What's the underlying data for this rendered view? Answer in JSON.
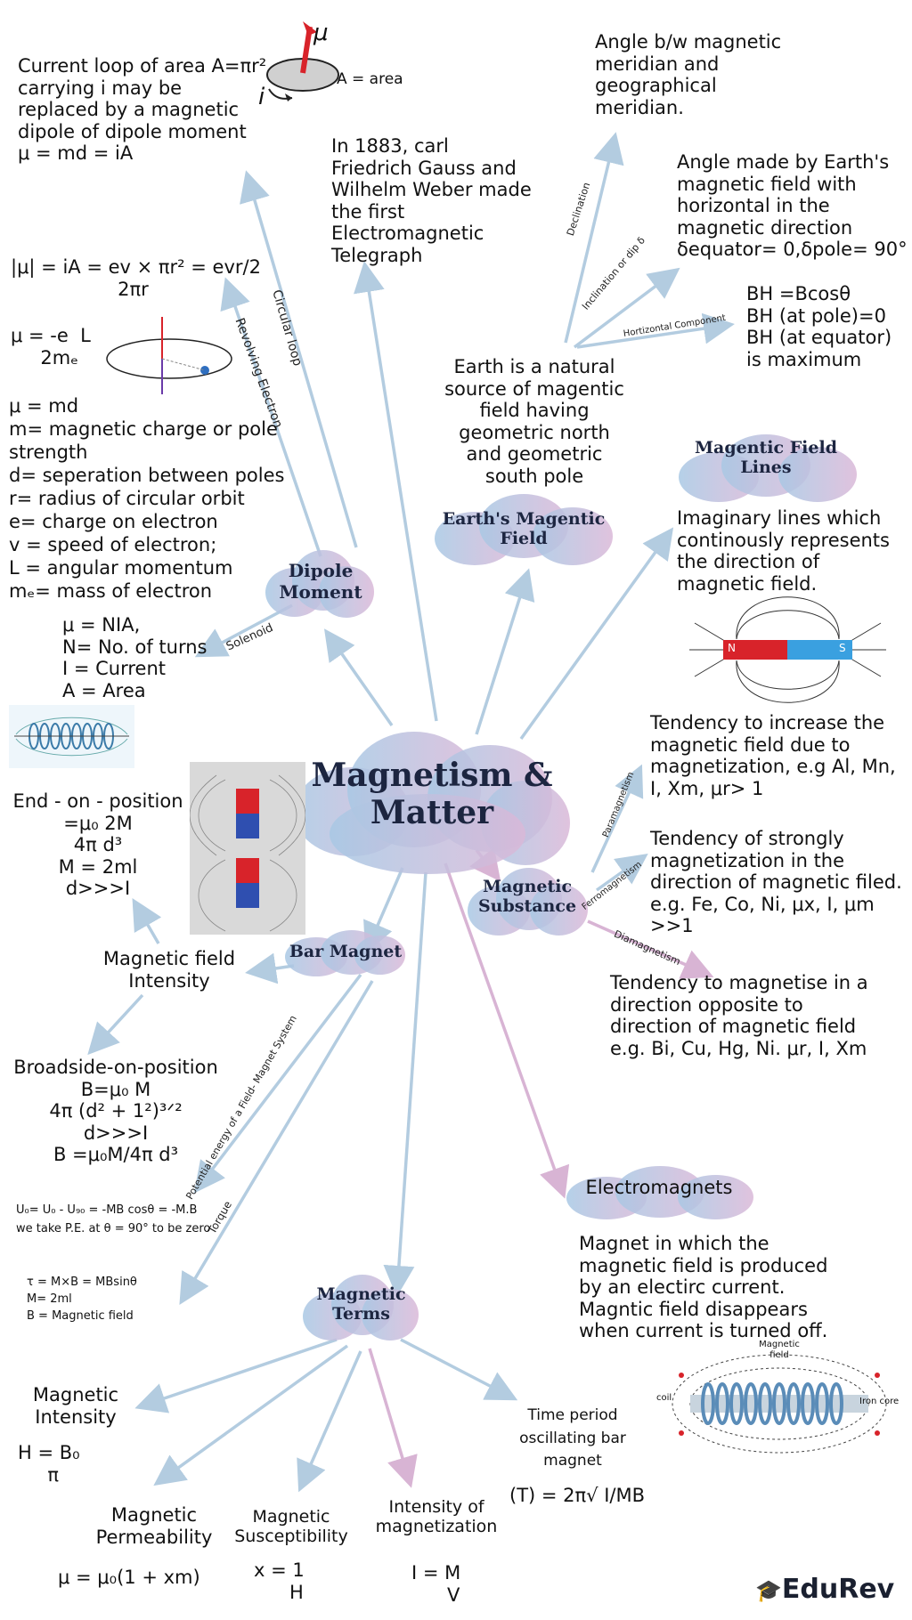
{
  "central": "Magnetism &\nMatter",
  "dipole": {
    "title": "Dipole\nMoment",
    "loop_text": "Current loop of area A=πr²\ncarrying i may be\nreplaced by a magnetic\ndipole of dipole moment\nμ = md = iA",
    "loop_fig_mu": "μ",
    "loop_fig_area": "A = area",
    "loop_fig_i": "i",
    "electron_eq": "|μ| = iA = ev × πr² = evr/2\n                  2πr",
    "mu_eq": "μ = -e  L\n     2mₑ",
    "defs": "μ = md\nm= magnetic charge or pole\nstrength\nd= seperation between poles\nr= radius of circular orbit\ne= charge on electron\nv = speed of electron;\nL = angular momentum\nmₑ= mass of electron",
    "solenoid_text": "μ = NIA,\nN= No. of turns\nI = Current\nA = Area",
    "edge_circular": "Circular loop",
    "edge_revolving": "Revolving Electron",
    "edge_solenoid": "Solenoid"
  },
  "gauss": "In 1883, carl\nFriedrich Gauss and\nWilhelm Weber made\nthe first\nElectromagnetic\nTelegraph",
  "earth": {
    "title": "Earth's Magentic\nField",
    "desc": "Earth is a natural\nsource of magentic\nfield having\ngeometric north\nand geometric\nsouth pole",
    "declination": "Angle b/w magnetic\nmeridian and\ngeographical\nmeridian.",
    "inclination": "Angle made by Earth's\nmagnetic field with\nhorizontal in the\nmagnetic direction\nδequator= 0,δpole= 90°",
    "horizontal": "BH =Bcosθ\nBH (at pole)=0\nBH (at equator)\nis maximum",
    "edge_declination": "Declination",
    "edge_inclination": "Inclination or dip δ",
    "edge_horizontal": "Hortizontal Component"
  },
  "field_lines": {
    "title": "Magentic Field\nLines",
    "desc": "Imaginary lines which\ncontinously represents\nthe direction of\nmagnetic field.",
    "n": "N",
    "s": "S"
  },
  "substance": {
    "title": "Magnetic\nSubstance",
    "para": "Tendency to increase the\nmagnetic field due to\nmagnetization, e.g Al, Mn,\nI, Xm, μr> 1",
    "ferro": "Tendency of strongly\nmagnetization in the\ndirection of magnetic filed.\ne.g. Fe, Co, Ni, μx, I, μm >>1",
    "dia": "Tendency to magnetise in a\ndirection opposite to\ndirection of magnetic field\ne.g. Bi, Cu, Hg, Ni. μr, I, Xm",
    "edge_para": "Paramagnetism",
    "edge_ferro": "Ferromagnetism",
    "edge_dia": "Diamagnetism"
  },
  "bar": {
    "title": "Bar Magnet",
    "end_on": "End - on - position\n=μ₀ 2M\n4π d³\nM = 2ml\nd>>>I",
    "field_intensity": "Magnetic field\nIntensity",
    "broadside": "Broadside-on-position\nB=μ₀      M\n4π  (d² + 1²)³ᐟ²\nd>>>I\nB =μ₀M/4π d³",
    "potential": "U₀= U₀ - U₉₀ = -MB cosθ = -M.B\nwe take P.E. at θ = 90° to be zero",
    "torque_eq": "τ = M×B = MBsinθ\nM= 2ml\nB = Magnetic field",
    "edge_potential": "Potential energy of a Field- Magnet System",
    "edge_torque": "Torque"
  },
  "electromagnets": {
    "title": "Electromagnets",
    "desc": "Magnet in which the\nmagnetic field is produced\nby an electirc current.\nMagntic field disappears\nwhen current is turned off.",
    "fig_field": "Magnetic\nfield",
    "fig_coil": "coil",
    "fig_core": "Iron core"
  },
  "terms": {
    "title": "Magnetic\nTerms",
    "intensity": "Magnetic\nIntensity",
    "intensity_eq": "H = B₀\n     π",
    "permeability": "Magnetic\nPermeability",
    "permeability_eq": "μ = μ₀(1 + xm)",
    "susceptibility": "Magnetic\nSusceptibility",
    "susceptibility_eq": "x = 1\n      H",
    "magnetization": "Intensity of\nmagnetization",
    "magnetization_eq": "I = M\n      V",
    "period": "Time period\noscillating bar\nmagnet",
    "period_eq": "(T) = 2π√ I/MB"
  },
  "logo": "EduRev",
  "colors": {
    "arrow": "#b3cce0",
    "arrow_pink": "#d8b4d4",
    "cloud_blue": "#a8c8e4",
    "cloud_pink": "#dab8d8",
    "magnet_red": "#d8232a",
    "magnet_blue": "#2f6fc0"
  }
}
